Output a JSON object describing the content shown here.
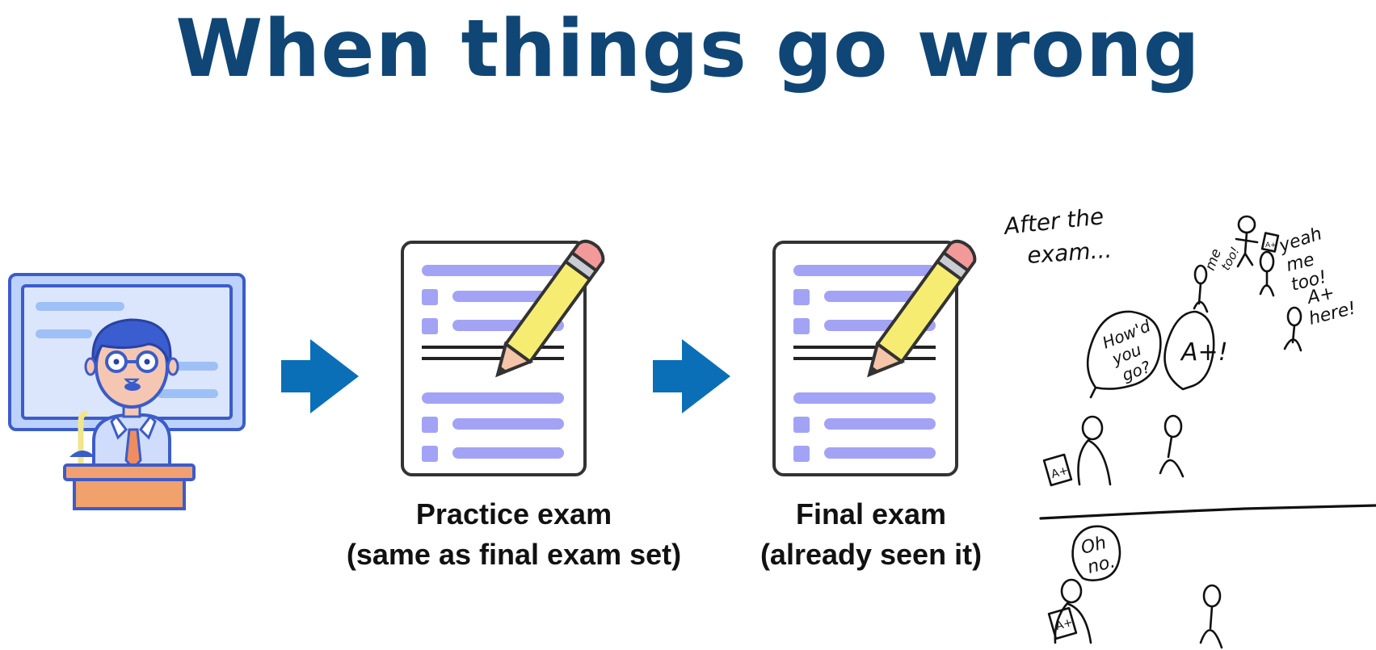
{
  "slide": {
    "title": "When things go wrong",
    "colors": {
      "title": "#0f4675",
      "arrow": "#0a6fb6",
      "doc_lines": "#a3a3f5",
      "pencil": "#f6ec72"
    },
    "icons": [
      "teacher-at-podium-icon",
      "arrow-right-icon",
      "exam-paper-icon",
      "pencil-icon",
      "arrow-right-icon",
      "exam-paper-icon",
      "pencil-icon",
      "stick-figure-sketch"
    ],
    "practice": {
      "line1": "Practice exam",
      "line2": "(same as final exam set)"
    },
    "final": {
      "line1": "Final exam",
      "line2": "(already seen it)"
    },
    "sketch": {
      "heading1": "After the",
      "heading2": "exam...",
      "bubble_howd1": "How'd",
      "bubble_howd2": "you",
      "bubble_howd3": "go?",
      "bubble_aplus": "A+!",
      "me_too1": "me",
      "me_too2": "too!",
      "yeah1": "yeah",
      "yeah2": "me",
      "yeah3": "too!",
      "aplus_here1": "A+",
      "aplus_here2": "here!",
      "paper_grade": "A+",
      "oh_no1": "Oh",
      "oh_no2": "no."
    }
  }
}
